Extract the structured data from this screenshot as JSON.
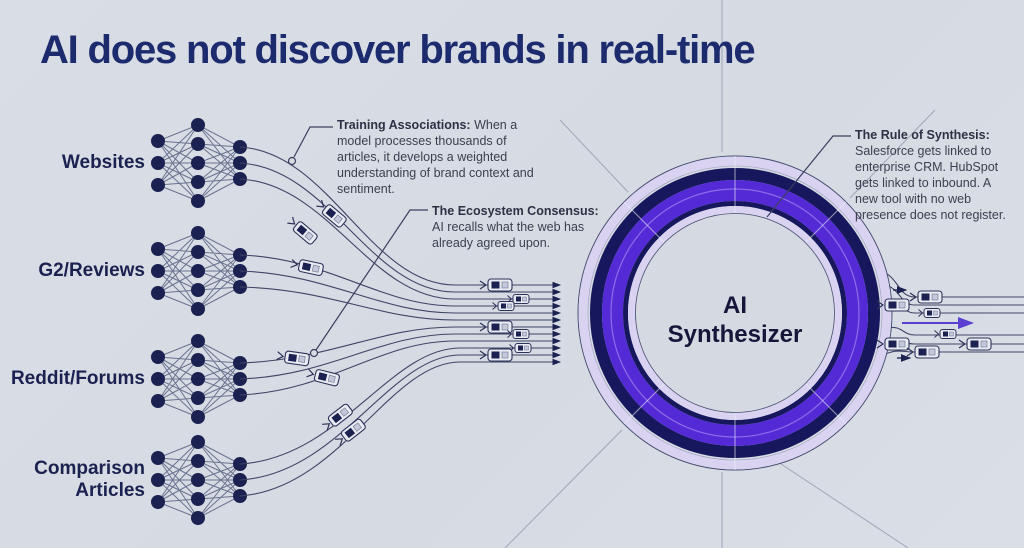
{
  "title": "AI does not discover brands in real-time",
  "sources": [
    {
      "label": "Websites"
    },
    {
      "label": "G2/Reviews"
    },
    {
      "label": "Reddit/Forums"
    },
    {
      "label": "Comparison Articles"
    }
  ],
  "annotations": {
    "training": {
      "heading": "Training Associations:",
      "body": "When a model processes thousands of articles, it develops a weighted understanding of brand context and sentiment."
    },
    "ecosystem": {
      "heading": "The Ecosystem Consensus:",
      "body": "AI recalls what the web has already agreed upon."
    },
    "synthesis": {
      "heading": "The Rule of Synthesis:",
      "body": "Salesforce gets linked to enterprise CRM. HubSpot gets linked to inbound. A new tool with no web presence does not register."
    }
  },
  "center": {
    "line1": "AI",
    "line2": "Synthesizer"
  },
  "colors": {
    "background": "#d8dce3",
    "title": "#1c2b6e",
    "node_navy": "#1b2150",
    "ring_purple": "#5429d6",
    "ring_navy": "#16175c",
    "ring_lavender": "#d9d3f1",
    "annotation_text": "#3a4050",
    "purple_arrow": "#5a3fd0"
  },
  "icons": {
    "neural_network": "neural-network-icon",
    "data_packet": "data-packet-icon",
    "arrow": "arrow-icon",
    "leader_dot": "leader-dot-icon"
  }
}
